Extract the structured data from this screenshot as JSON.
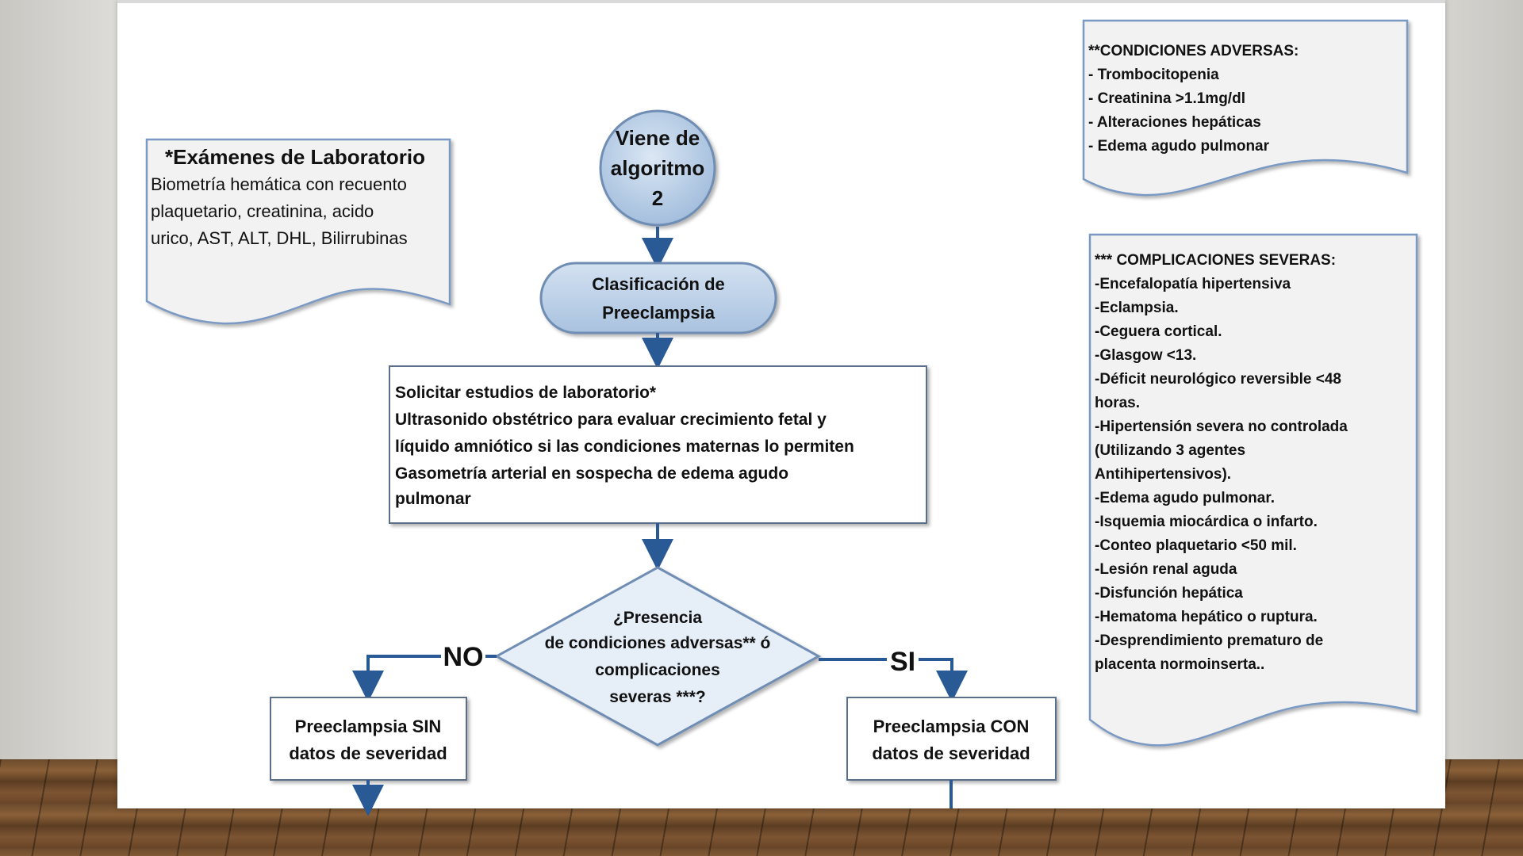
{
  "lab_note": {
    "title": "*Exámenes de Laboratorio",
    "lines": [
      "Biometría hemática con recuento",
      "plaquetario, creatinina, acido",
      "urico, AST, ALT, DHL, Bilirrubinas"
    ]
  },
  "adverse_note": {
    "title": "**CONDICIONES ADVERSAS:",
    "lines": [
      "- Trombocitopenia",
      "- Creatinina >1.1mg/dl",
      "- Alteraciones hepáticas",
      "- Edema agudo pulmonar"
    ]
  },
  "severe_note": {
    "title": "***  COMPLICACIONES SEVERAS:",
    "lines": [
      "-Encefalopatía hipertensiva",
      "-Eclampsia.",
      "-Ceguera cortical.",
      "-Glasgow <13.",
      "-Déficit neurológico reversible <48",
      "horas.",
      "-Hipertensión severa no controlada",
      "(Utilizando 3  agentes",
      "Antihipertensivos).",
      "-Edema agudo pulmonar.",
      "-Isquemia miocárdica o infarto.",
      "-Conteo plaquetario <50 mil.",
      "-Lesión renal  aguda",
      "-Disfunción hepática",
      "-Hematoma hepático o ruptura.",
      "-Desprendimiento prematuro de",
      "placenta normoinserta.."
    ]
  },
  "start": {
    "lines": [
      "Viene de",
      "algoritmo",
      "2"
    ]
  },
  "classify": {
    "lines": [
      "Clasificación  de",
      "Preeclampsia"
    ]
  },
  "studies": {
    "lines": [
      "Solicitar estudios de laboratorio*",
      "Ultrasonido obstétrico para evaluar crecimiento fetal y",
      "líquido amniótico si las condiciones maternas lo permiten",
      "Gasometría arterial en sospecha de  edema agudo",
      "pulmonar"
    ]
  },
  "decision": {
    "lines": [
      "¿Presencia",
      "de condiciones adversas** ó",
      "complicaciones",
      "severas ***?"
    ]
  },
  "branch_no": "NO",
  "branch_si": "SI",
  "result_without": {
    "lines": [
      "Preeclampsia SIN",
      "datos de severidad"
    ]
  },
  "result_with": {
    "lines": [
      "Preeclampsia CON",
      "datos de severidad"
    ]
  },
  "colors": {
    "arrow": "#2a5a96",
    "node_fill": "#b9cfe6",
    "node_stroke": "#6f8db3",
    "diamond_fill": "#e6eef8"
  }
}
